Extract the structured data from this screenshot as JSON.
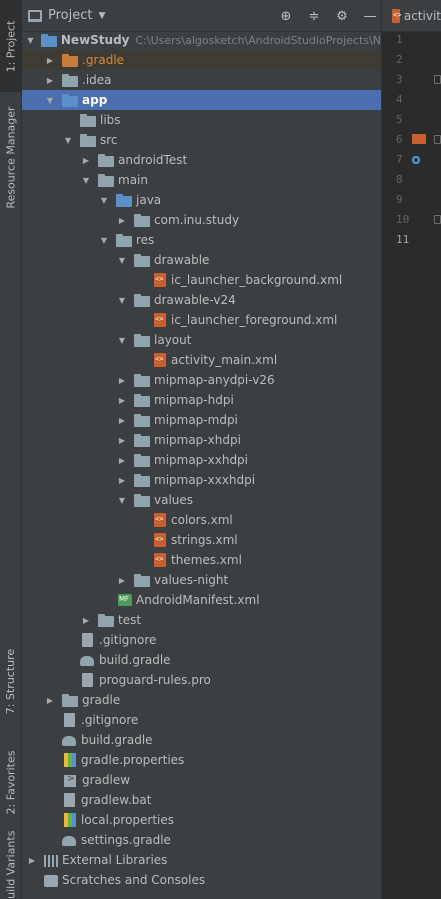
{
  "left_strip": {
    "tabs": [
      {
        "label": "1: Project",
        "active": true
      },
      {
        "label": "Resource Manager",
        "active": false
      },
      {
        "label": "7: Structure",
        "active": false
      },
      {
        "label": "2: Favorites",
        "active": false
      },
      {
        "label": "Build Variants",
        "active": false
      }
    ]
  },
  "panel": {
    "title": "Project",
    "tools": [
      "target-icon",
      "collapse-icon",
      "gear-icon",
      "minimize-icon"
    ]
  },
  "tree": [
    {
      "depth": 0,
      "arrow": "down",
      "icon": "module",
      "label": "NewStudy",
      "bold": true,
      "path": "C:\\Users\\algosketch\\AndroidStudioProjects\\N"
    },
    {
      "depth": 1,
      "arrow": "right",
      "icon": "folder-orange",
      "label": ".gradle",
      "style": "orange",
      "highlight": true
    },
    {
      "depth": 1,
      "arrow": "right",
      "icon": "folder",
      "label": ".idea"
    },
    {
      "depth": 1,
      "arrow": "down",
      "icon": "folder-module",
      "label": "app",
      "bold": true,
      "selected": true
    },
    {
      "depth": 2,
      "arrow": "none",
      "icon": "folder",
      "label": "libs"
    },
    {
      "depth": 2,
      "arrow": "down",
      "icon": "folder",
      "label": "src"
    },
    {
      "depth": 3,
      "arrow": "right",
      "icon": "folder",
      "label": "androidTest"
    },
    {
      "depth": 3,
      "arrow": "down",
      "icon": "folder",
      "label": "main"
    },
    {
      "depth": 4,
      "arrow": "down",
      "icon": "folder-blue",
      "label": "java"
    },
    {
      "depth": 5,
      "arrow": "right",
      "icon": "folder",
      "label": "com.inu.study"
    },
    {
      "depth": 4,
      "arrow": "down",
      "icon": "folder-res",
      "label": "res"
    },
    {
      "depth": 5,
      "arrow": "down",
      "icon": "folder",
      "label": "drawable"
    },
    {
      "depth": 6,
      "arrow": "none",
      "icon": "xml",
      "label": "ic_launcher_background.xml"
    },
    {
      "depth": 5,
      "arrow": "down",
      "icon": "folder",
      "label": "drawable-v24"
    },
    {
      "depth": 6,
      "arrow": "none",
      "icon": "xml",
      "label": "ic_launcher_foreground.xml"
    },
    {
      "depth": 5,
      "arrow": "down",
      "icon": "folder",
      "label": "layout"
    },
    {
      "depth": 6,
      "arrow": "none",
      "icon": "xml",
      "label": "activity_main.xml"
    },
    {
      "depth": 5,
      "arrow": "right",
      "icon": "folder",
      "label": "mipmap-anydpi-v26"
    },
    {
      "depth": 5,
      "arrow": "right",
      "icon": "folder",
      "label": "mipmap-hdpi"
    },
    {
      "depth": 5,
      "arrow": "right",
      "icon": "folder",
      "label": "mipmap-mdpi"
    },
    {
      "depth": 5,
      "arrow": "right",
      "icon": "folder",
      "label": "mipmap-xhdpi"
    },
    {
      "depth": 5,
      "arrow": "right",
      "icon": "folder",
      "label": "mipmap-xxhdpi"
    },
    {
      "depth": 5,
      "arrow": "right",
      "icon": "folder",
      "label": "mipmap-xxxhdpi"
    },
    {
      "depth": 5,
      "arrow": "down",
      "icon": "folder",
      "label": "values"
    },
    {
      "depth": 6,
      "arrow": "none",
      "icon": "xml",
      "label": "colors.xml"
    },
    {
      "depth": 6,
      "arrow": "none",
      "icon": "xml",
      "label": "strings.xml"
    },
    {
      "depth": 6,
      "arrow": "none",
      "icon": "xml",
      "label": "themes.xml"
    },
    {
      "depth": 5,
      "arrow": "right",
      "icon": "folder",
      "label": "values-night"
    },
    {
      "depth": 4,
      "arrow": "none",
      "icon": "manifest",
      "label": "AndroidManifest.xml"
    },
    {
      "depth": 3,
      "arrow": "right",
      "icon": "folder",
      "label": "test"
    },
    {
      "depth": 2,
      "arrow": "none",
      "icon": "file",
      "label": ".gitignore"
    },
    {
      "depth": 2,
      "arrow": "none",
      "icon": "gradle",
      "label": "build.gradle"
    },
    {
      "depth": 2,
      "arrow": "none",
      "icon": "file",
      "label": "proguard-rules.pro"
    },
    {
      "depth": 1,
      "arrow": "right",
      "icon": "folder",
      "label": "gradle"
    },
    {
      "depth": 1,
      "arrow": "none",
      "icon": "file",
      "label": ".gitignore"
    },
    {
      "depth": 1,
      "arrow": "none",
      "icon": "gradle",
      "label": "build.gradle"
    },
    {
      "depth": 1,
      "arrow": "none",
      "icon": "props",
      "label": "gradle.properties"
    },
    {
      "depth": 1,
      "arrow": "none",
      "icon": "term",
      "label": "gradlew"
    },
    {
      "depth": 1,
      "arrow": "none",
      "icon": "file",
      "label": "gradlew.bat"
    },
    {
      "depth": 1,
      "arrow": "none",
      "icon": "props",
      "label": "local.properties"
    },
    {
      "depth": 1,
      "arrow": "none",
      "icon": "gradle",
      "label": "settings.gradle"
    },
    {
      "depth": 0,
      "arrow": "right",
      "icon": "bars",
      "label": "External Libraries"
    },
    {
      "depth": 0,
      "arrow": "none",
      "icon": "scratch",
      "label": "Scratches and Consoles"
    }
  ],
  "editor": {
    "tab_label": "activit",
    "line_numbers": [
      "1",
      "2",
      "3",
      "4",
      "5",
      "6",
      "7",
      "8",
      "9",
      "10",
      "11"
    ],
    "current_line": "11"
  }
}
